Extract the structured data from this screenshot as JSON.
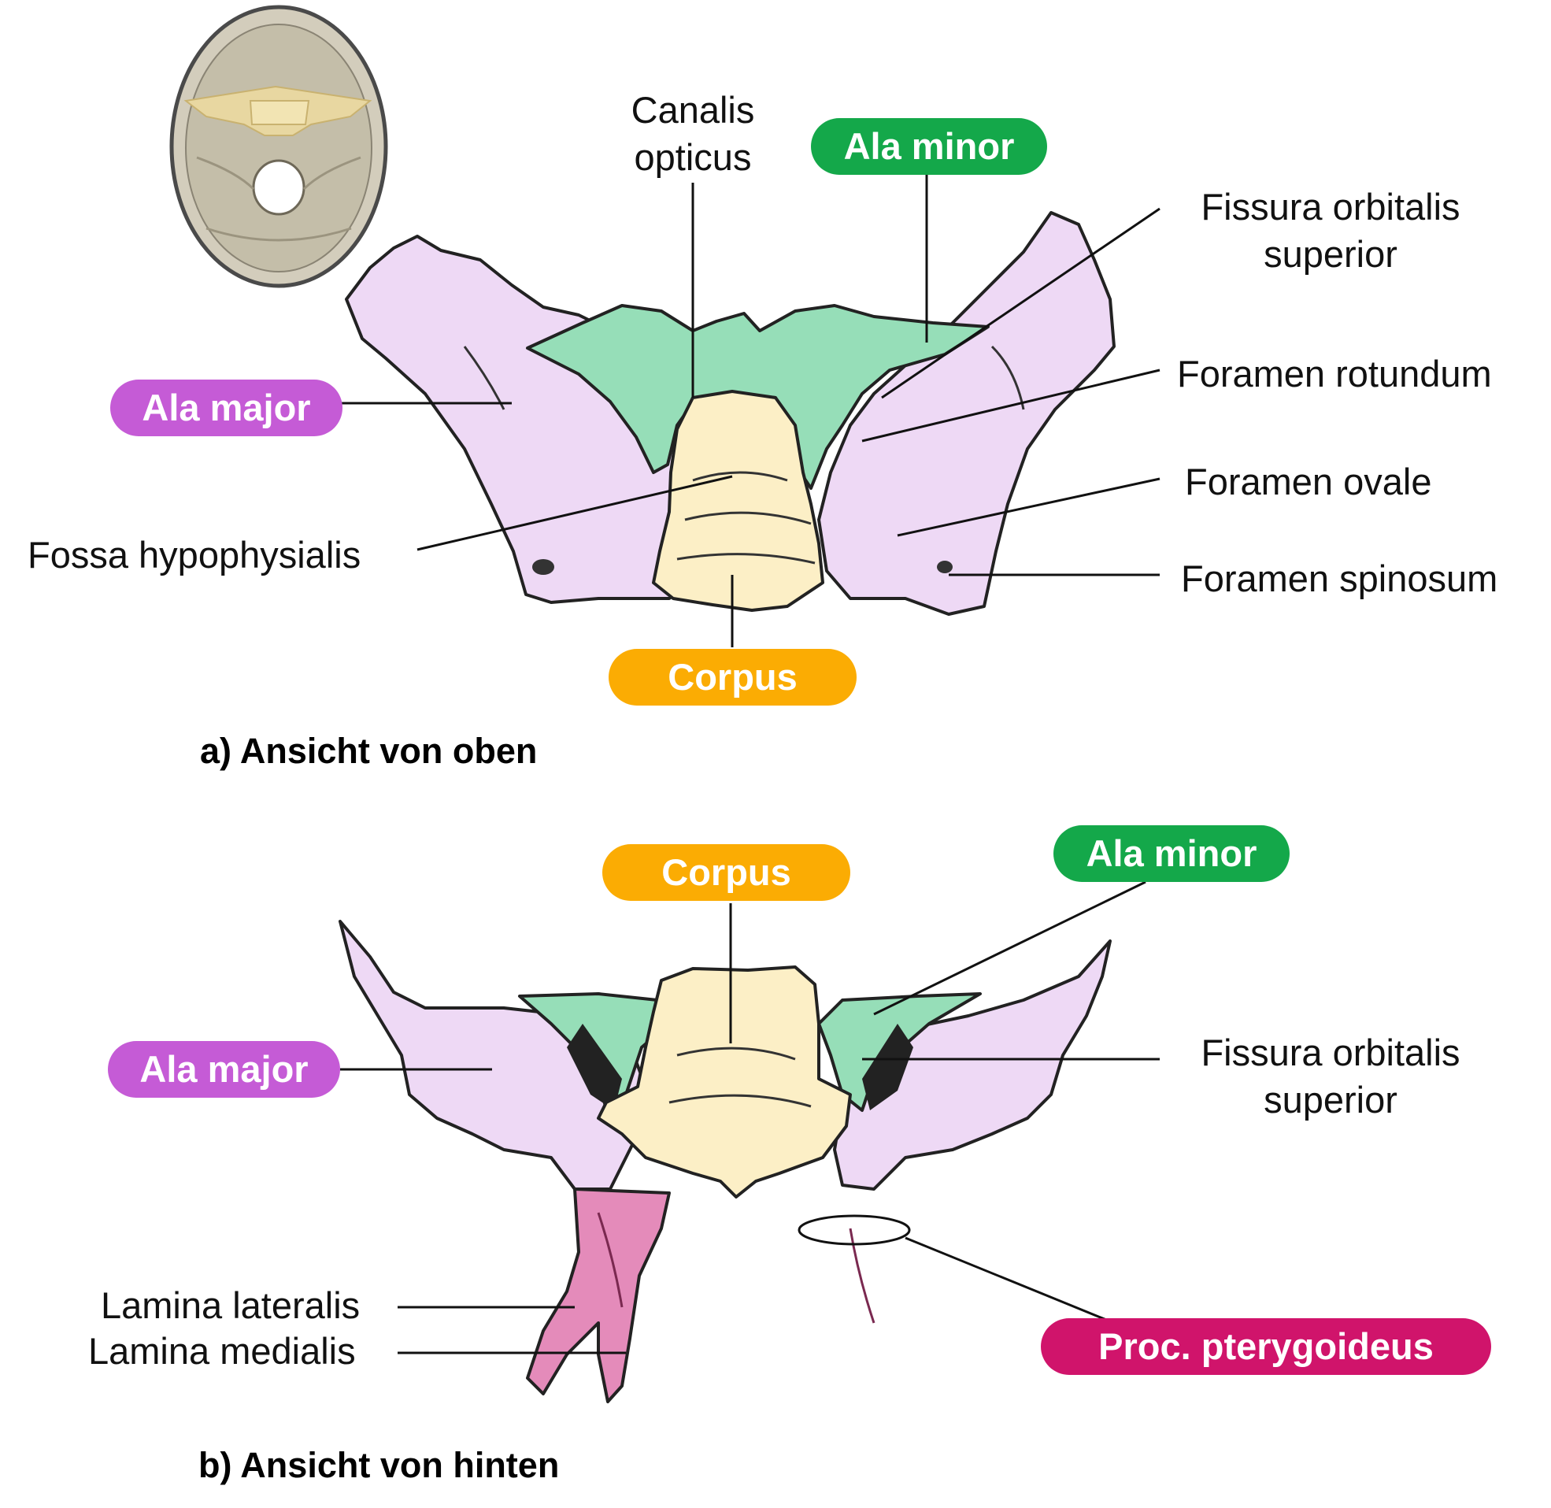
{
  "colors": {
    "ala_major": "#c55bd6",
    "ala_minor": "#14a84a",
    "corpus": "#fbac03",
    "proc_pterygoideus": "#d0146b",
    "fill_ala_major": "#eed9f5",
    "fill_ala_minor": "#96deb8",
    "fill_corpus": "#fcefc6",
    "fill_pterygoid": "#e48bba",
    "line": "#111111"
  },
  "view_a": {
    "caption": "a) Ansicht von oben",
    "labels": {
      "canalis_opticus": [
        "Canalis",
        "opticus"
      ],
      "ala_minor": "Ala minor",
      "fissura_orbitalis": [
        "Fissura orbitalis",
        "superior"
      ],
      "foramen_rotundum": "Foramen rotundum",
      "foramen_ovale": "Foramen ovale",
      "foramen_spinosum": "Foramen spinosum",
      "ala_major": "Ala major",
      "fossa_hypophysialis": "Fossa hypophysialis",
      "corpus": "Corpus"
    }
  },
  "view_b": {
    "caption": "b) Ansicht von hinten",
    "labels": {
      "corpus": "Corpus",
      "ala_minor": "Ala minor",
      "ala_major": "Ala major",
      "fissura_orbitalis": [
        "Fissura orbitalis",
        "superior"
      ],
      "lamina_lateralis": "Lamina lateralis",
      "lamina_medialis": "Lamina medialis",
      "proc_pterygoideus": "Proc. pterygoideus"
    }
  }
}
